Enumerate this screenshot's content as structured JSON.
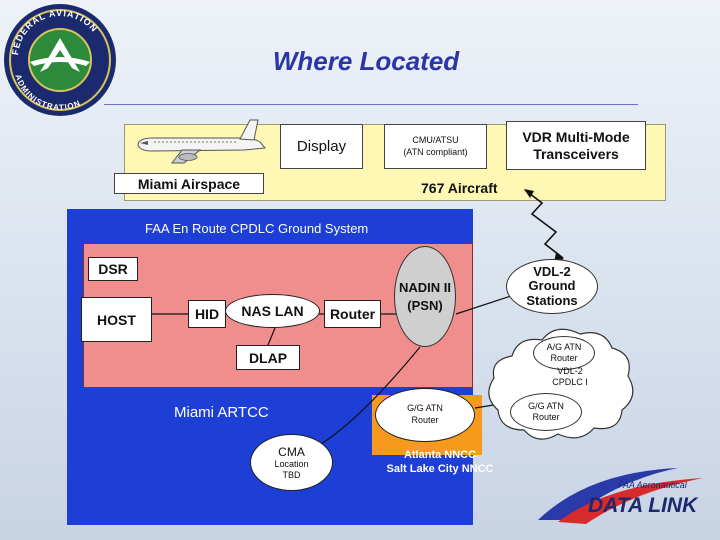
{
  "header": {
    "title": "Where Located",
    "logo_text": "FEDERAL AVIATION ADMINISTRATION"
  },
  "aircraft": {
    "display": "Display",
    "cmu_line1": "CMU/ATSU",
    "cmu_line2": "(ATN compliant)",
    "vdr_line1": "VDR Multi-Mode",
    "vdr_line2": "Transceivers",
    "airspace": "Miami Airspace",
    "aircraft_label": "767 Aircraft"
  },
  "ground": {
    "system_label": "FAA En Route CPDLC Ground System",
    "dsr": "DSR",
    "host": "HOST",
    "hid": "HID",
    "nas_lan": "NAS LAN",
    "router": "Router",
    "nadin_line1": "NADIN II",
    "nadin_line2": "(PSN)",
    "dlap": "DLAP",
    "miami_artcc": "Miami ARTCC",
    "gg_router_line1": "G/G ATN",
    "gg_router_line2": "Router",
    "cma_line1": "CMA",
    "cma_line2": "Location",
    "cma_line3": "TBD",
    "nncc_line1": "Atlanta NNCC",
    "nncc_line2": "Salt Lake City NNCC"
  },
  "network": {
    "vdl2_line1": "VDL-2",
    "vdl2_line2": "Ground",
    "vdl2_line3": "Stations",
    "ag_router_line1": "A/G ATN",
    "ag_router_line2": "Router",
    "vdl_cpdlc_line1": "VDL-2",
    "vdl_cpdlc_line2": "CPDLC I",
    "gg_cloud_line1": "G/G ATN",
    "gg_cloud_line2": "Router"
  },
  "branding": {
    "faa_small": "FAA Aeronautical",
    "data_link": "DATA LINK"
  },
  "colors": {
    "title": "#2a36a8",
    "ground_blue": "#1e3fd6",
    "artcc_pink": "#f08d8d",
    "nncc_orange": "#f59a1c",
    "aircraft_yellow": "#fff8b4",
    "brand_red": "#d82a2a"
  }
}
